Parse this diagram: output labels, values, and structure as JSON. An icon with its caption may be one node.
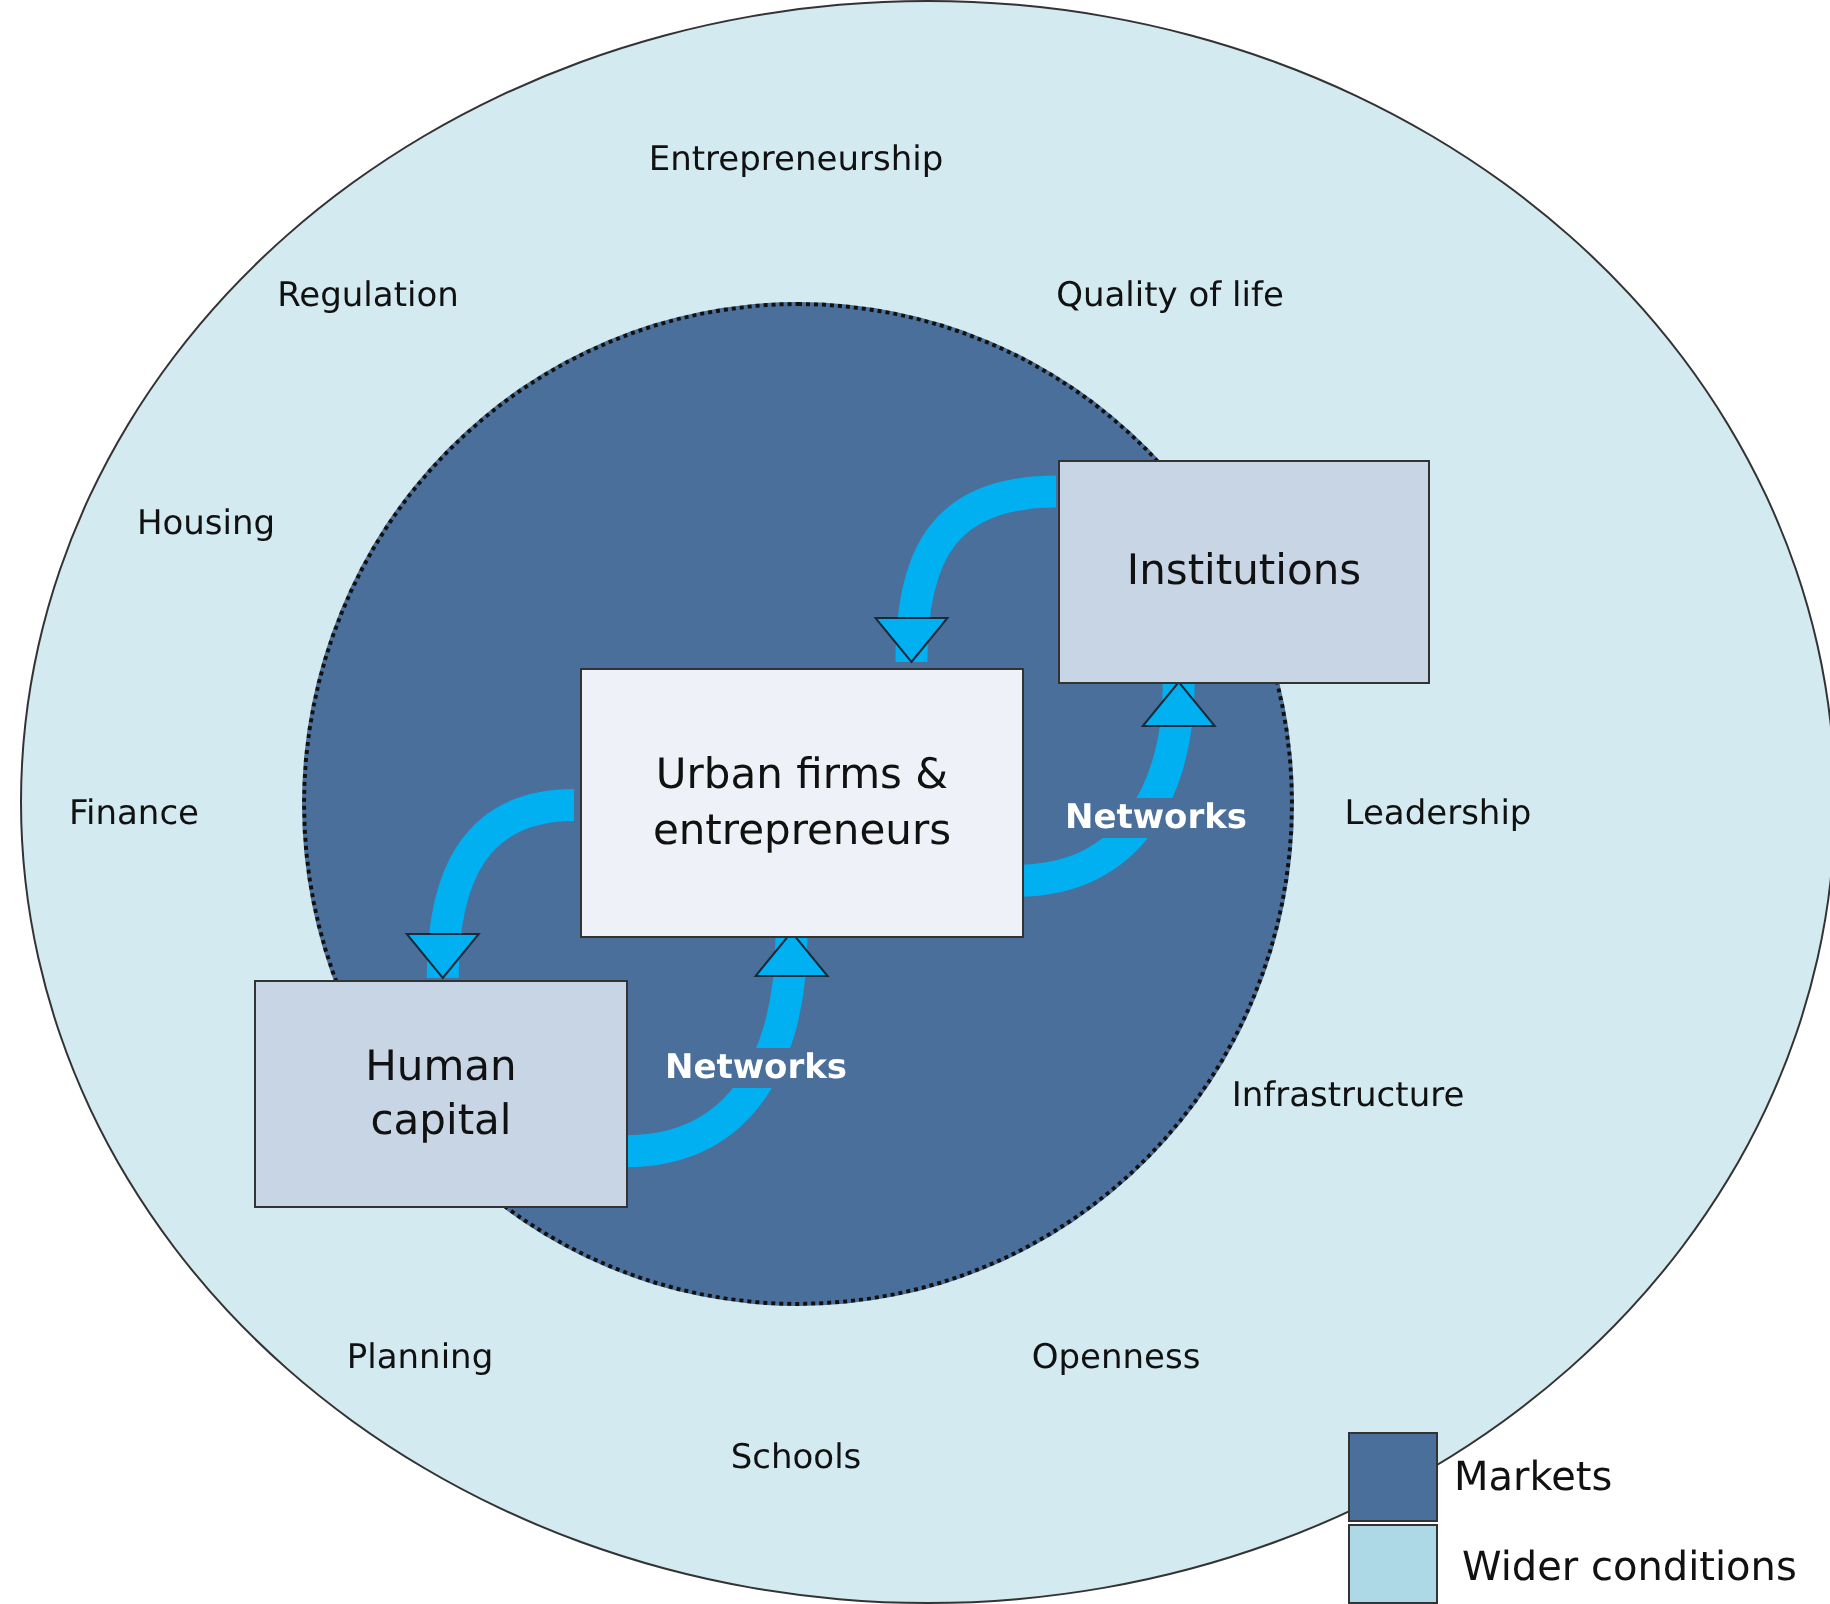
{
  "diagram": {
    "nodes": [
      {
        "text": [],
        "shape": "circle"
      },
      {
        "text": [],
        "shape": "circle",
        "in": 0
      },
      {
        "text": [
          "Institutions"
        ],
        "in": 0
      },
      {
        "text": [
          "Urban firms & entrepreneurs"
        ],
        "in": 1
      },
      {
        "text": [
          "Human capital"
        ],
        "in": 0
      }
    ],
    "edges": [
      {
        "from": 2,
        "to": 3,
        "arrow": "to"
      },
      {
        "from": 3,
        "to": 4,
        "arrow": "to"
      },
      {
        "from": 4,
        "to": 3,
        "arrow": "to",
        "label": "Networks"
      },
      {
        "from": 3,
        "to": 2,
        "arrow": "to",
        "label": "Networks"
      }
    ],
    "labels": [
      "Entrepreneurship",
      "Regulation",
      "Quality of life",
      "Housing",
      "Finance",
      "Leadership",
      "Infrastructure",
      "Planning",
      "Openness",
      "Schools"
    ],
    "legend": [
      {
        "text": "Markets",
        "color": "#4a6f9a"
      },
      {
        "text": "Wider conditions",
        "color": "#add8e6"
      }
    ]
  }
}
